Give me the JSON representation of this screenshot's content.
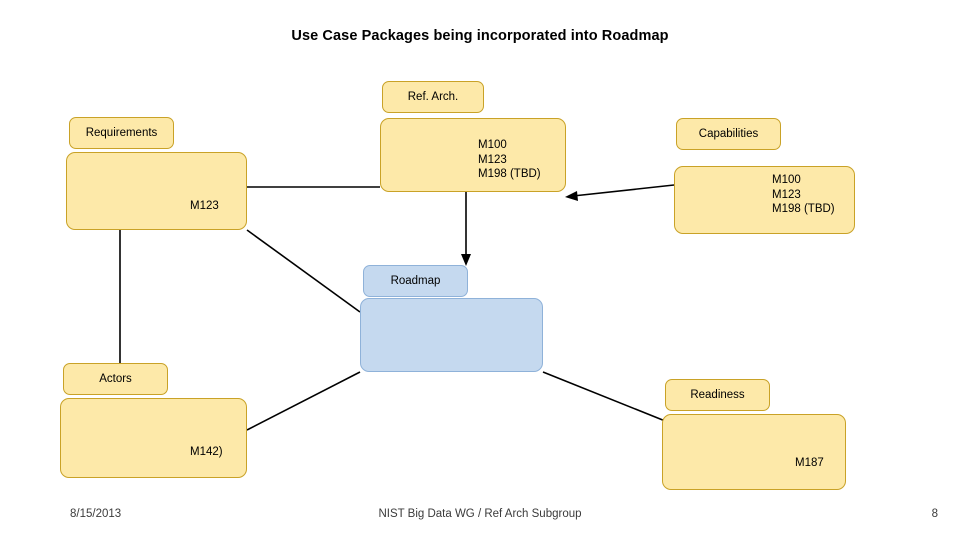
{
  "slide": {
    "title": "Use Case Packages being incorporated into Roadmap",
    "footer": {
      "date": "8/15/2013",
      "center": "NIST Big Data WG / Ref Arch Subgroup",
      "page": "8"
    }
  },
  "nodes": {
    "requirements": {
      "label": "Requirements",
      "body": "M123"
    },
    "ref_arch": {
      "label": "Ref. Arch.",
      "body": "M100\nM123\nM198 (TBD)"
    },
    "capabilities": {
      "label": "Capabilities",
      "body": "M100\nM123\nM198 (TBD)"
    },
    "roadmap": {
      "label": "Roadmap",
      "body": ""
    },
    "actors": {
      "label": "Actors",
      "body": "M142)"
    },
    "readiness": {
      "label": "Readiness",
      "body": "M187"
    }
  },
  "colors": {
    "box_fill": "#fde9a9",
    "box_border": "#c9a227",
    "blue_fill": "#c5d9ef",
    "blue_border": "#8fb2d9",
    "connector": "#000000"
  }
}
